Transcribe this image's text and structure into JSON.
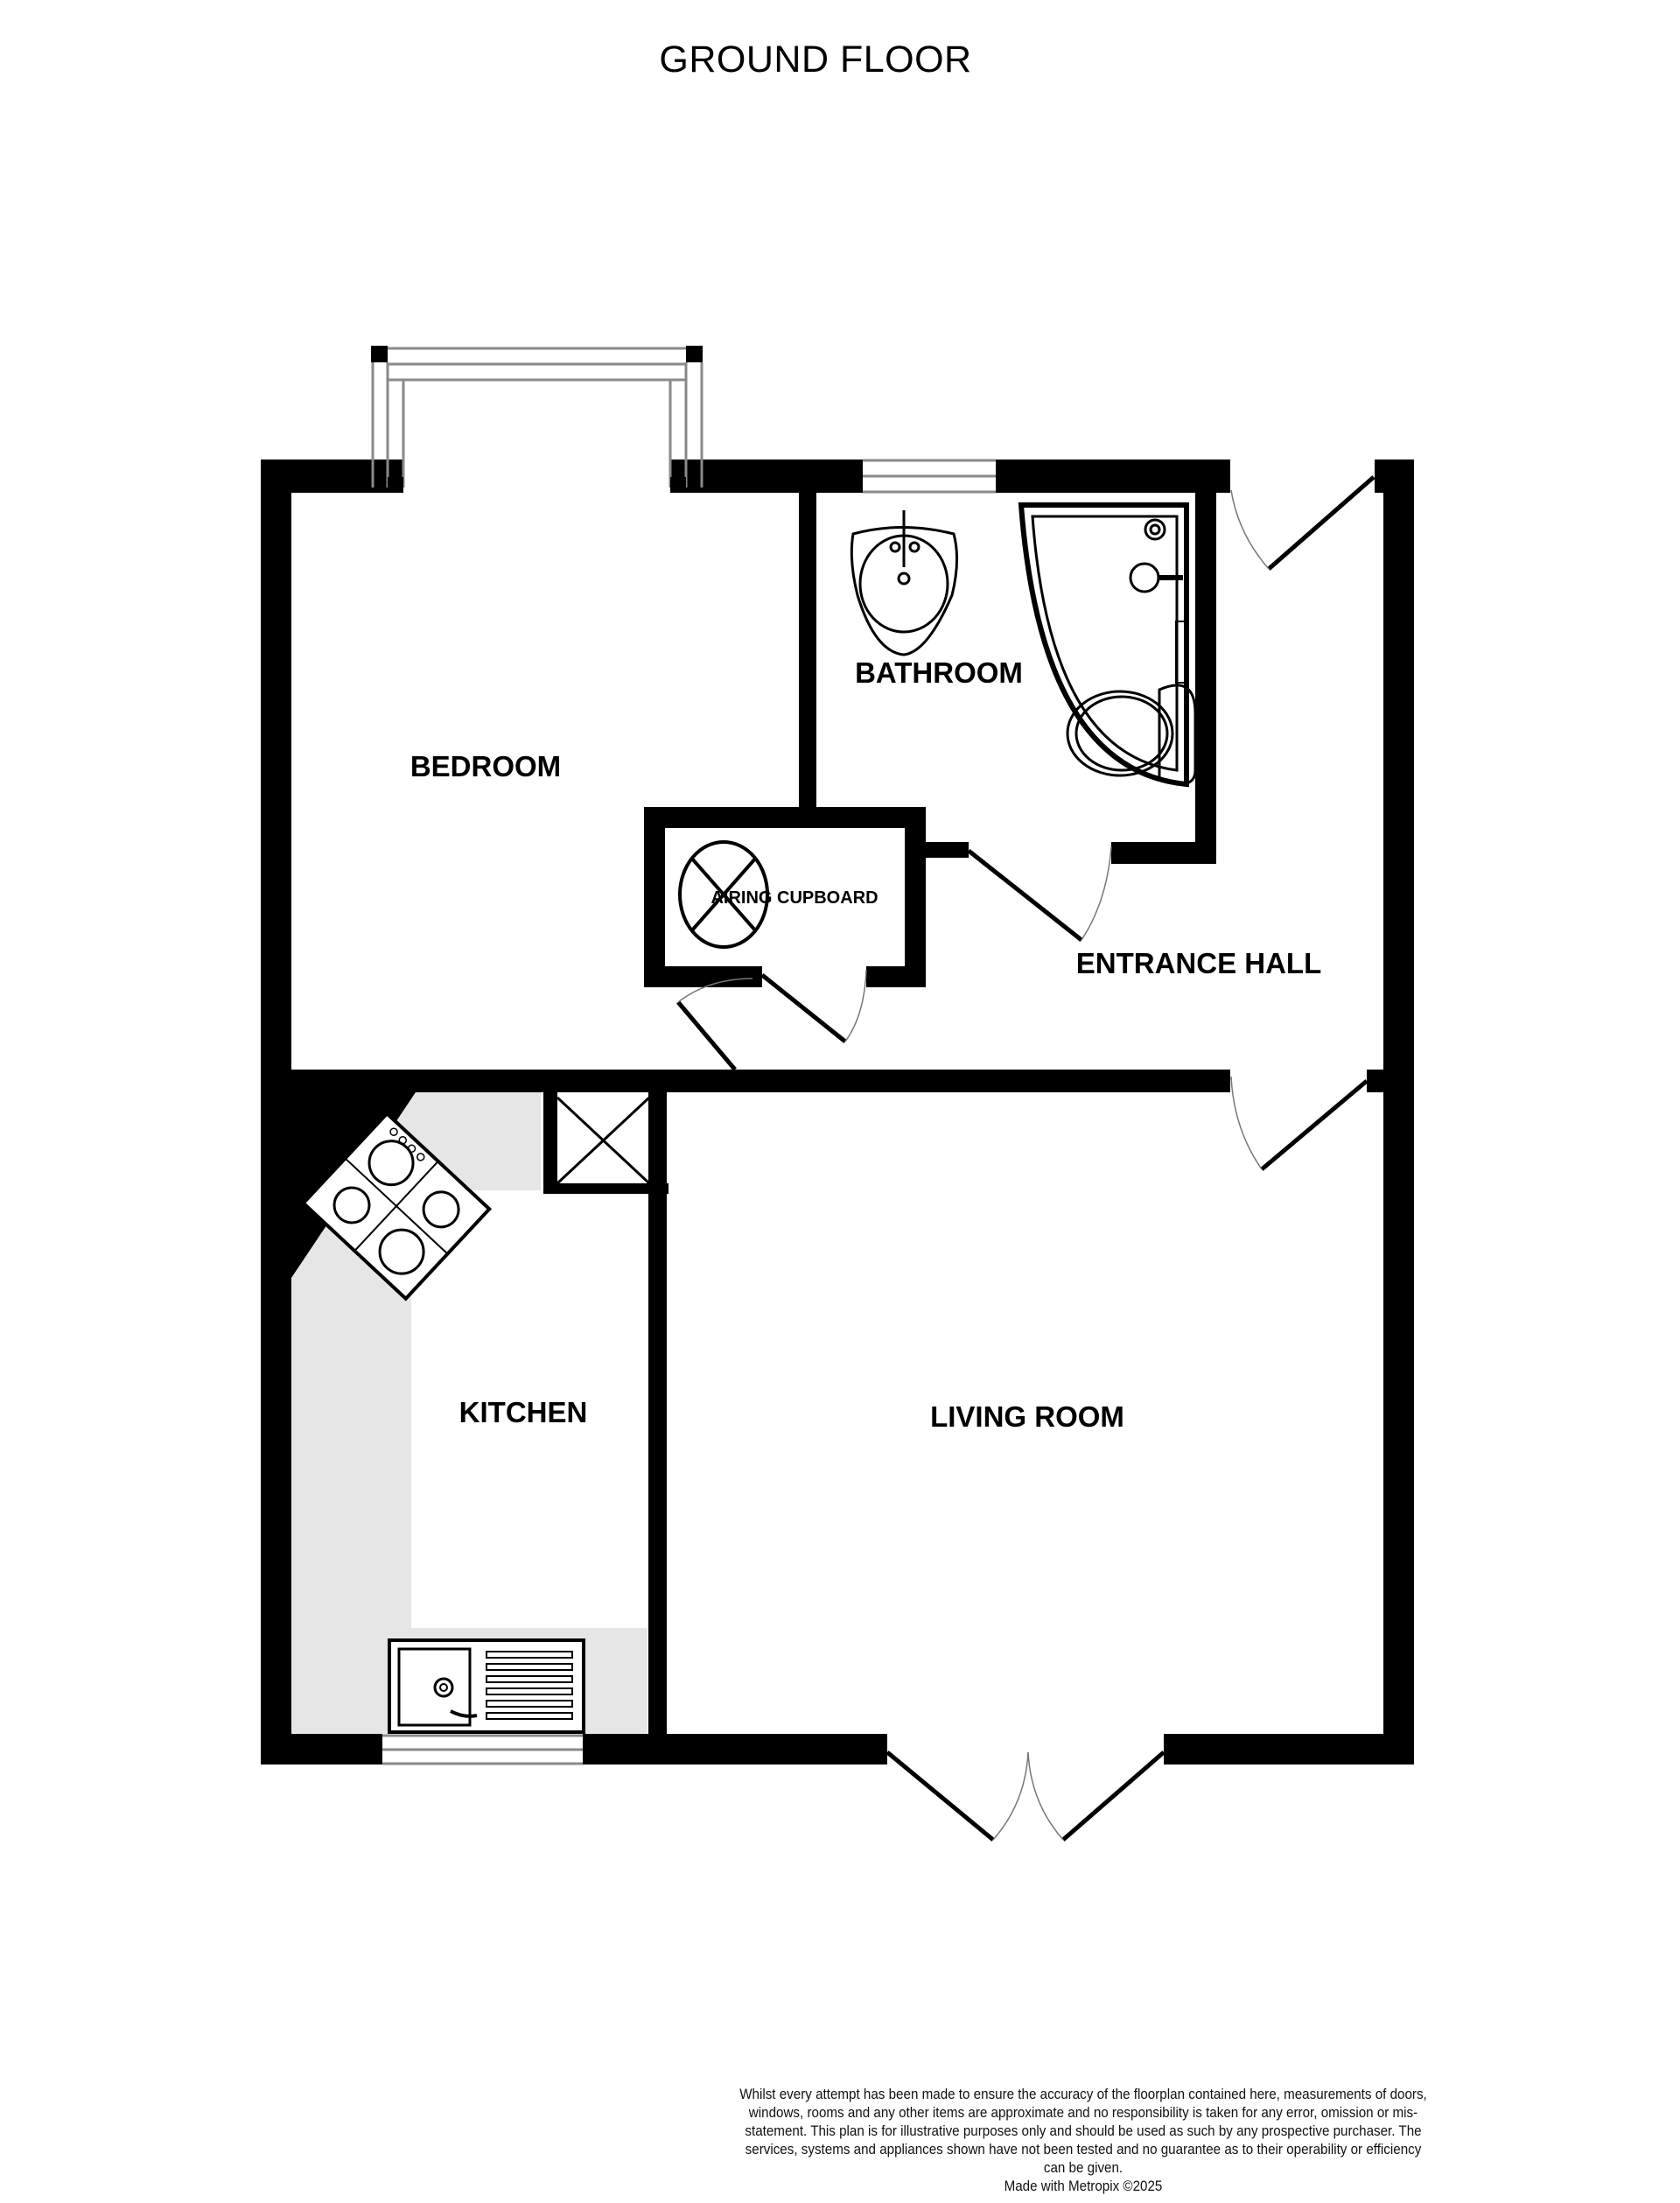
{
  "plan": {
    "title": "GROUND FLOOR",
    "rooms": [
      {
        "id": "bedroom",
        "label": "BEDROOM"
      },
      {
        "id": "bathroom",
        "label": "BATHROOM"
      },
      {
        "id": "airing-cupboard",
        "label": "AIRING CUPBOARD"
      },
      {
        "id": "entrance-hall",
        "label": "ENTRANCE HALL"
      },
      {
        "id": "kitchen",
        "label": "KITCHEN"
      },
      {
        "id": "living-room",
        "label": "LIVING ROOM"
      }
    ],
    "colors": {
      "wall": "#000000",
      "window": "#8a8a8a",
      "worktop": "#e6e6e6",
      "background": "#ffffff"
    }
  },
  "footer": {
    "disclaimer": "Whilst every attempt has been made to ensure the accuracy of the floorplan contained here, measurements of doors, windows, rooms and any other items are approximate and no responsibility is taken for any error, omission or mis-statement. This plan is for illustrative purposes only and should be used as such by any prospective purchaser. The services, systems and appliances shown have not been tested and no guarantee as to their operability or efficiency can be given.",
    "credit": "Made with Metropix ©2025"
  }
}
